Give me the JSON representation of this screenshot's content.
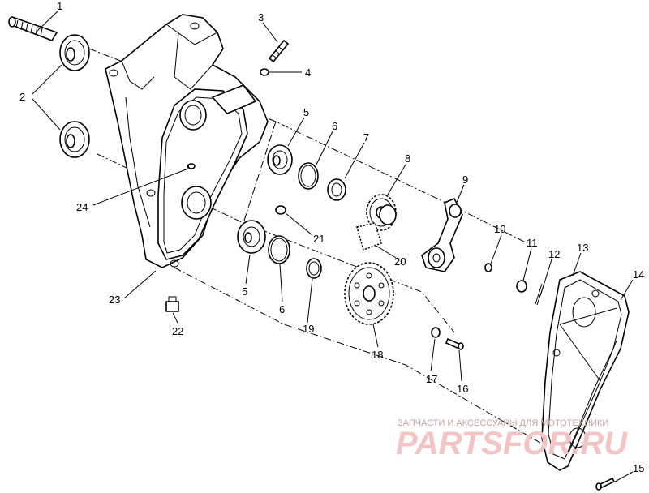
{
  "callouts": [
    "1",
    "2",
    "3",
    "4",
    "5",
    "6",
    "7",
    "8",
    "9",
    "10",
    "11",
    "12",
    "13",
    "14",
    "15",
    "16",
    "17",
    "18",
    "19",
    "20",
    "21",
    "22",
    "23",
    "24",
    "5",
    "6"
  ],
  "watermark": {
    "caption": "ЗАПЧАСТИ И АКСЕССУАРЫ ДЛЯ МОТОТЕХНИКИ",
    "logo": "PARTSFOR.RU"
  },
  "colors": {
    "line": "#000000",
    "watermark": "#e9a9a9"
  }
}
